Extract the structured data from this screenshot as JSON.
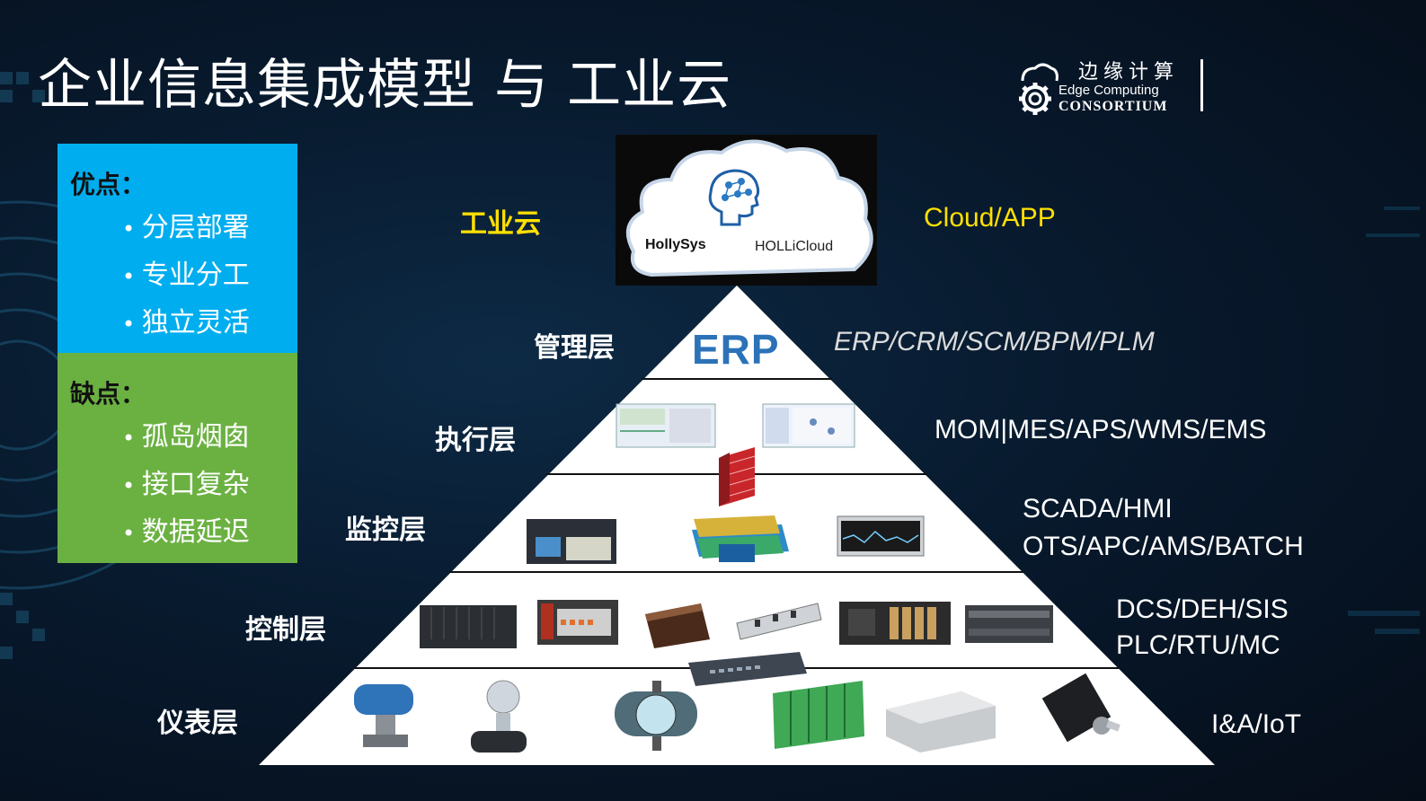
{
  "title": "企业信息集成模型 与 工业云",
  "logo": {
    "cn": "边缘计算",
    "en_line1": "Edge Computing",
    "en_line2": "CONSORTIUM",
    "icon": "cloud-gear-icon"
  },
  "pros": {
    "heading": "优点：",
    "items": [
      "分层部署",
      "专业分工",
      "独立灵活"
    ]
  },
  "cons": {
    "heading": "缺点：",
    "items": [
      "孤岛烟囱",
      "接口复杂",
      "数据延迟"
    ]
  },
  "layers": [
    {
      "cn": "工业云",
      "en": "Cloud/APP"
    },
    {
      "cn": "管理层",
      "en": "ERP/CRM/SCM/BPM/PLM"
    },
    {
      "cn": "执行层",
      "en": "MOM|MES/APS/WMS/EMS"
    },
    {
      "cn": "监控层",
      "en_line1": "SCADA/HMI",
      "en_line2": "OTS/APC/AMS/BATCH"
    },
    {
      "cn": "控制层",
      "en_line1": "DCS/DEH/SIS",
      "en_line2": "PLC/RTU/MC"
    },
    {
      "cn": "仪表层",
      "en": "I&A/IoT"
    }
  ],
  "cloud": {
    "brand_left": "HollySys",
    "brand_right": "HOLLiCloud",
    "icon": "ai-head-icon"
  },
  "erp_logo": "ERP",
  "colors": {
    "pros_bg": "#00aeef",
    "cons_bg": "#6bb142",
    "cloud_label": "#ffe000",
    "erp_blue": "#2b72b8"
  }
}
